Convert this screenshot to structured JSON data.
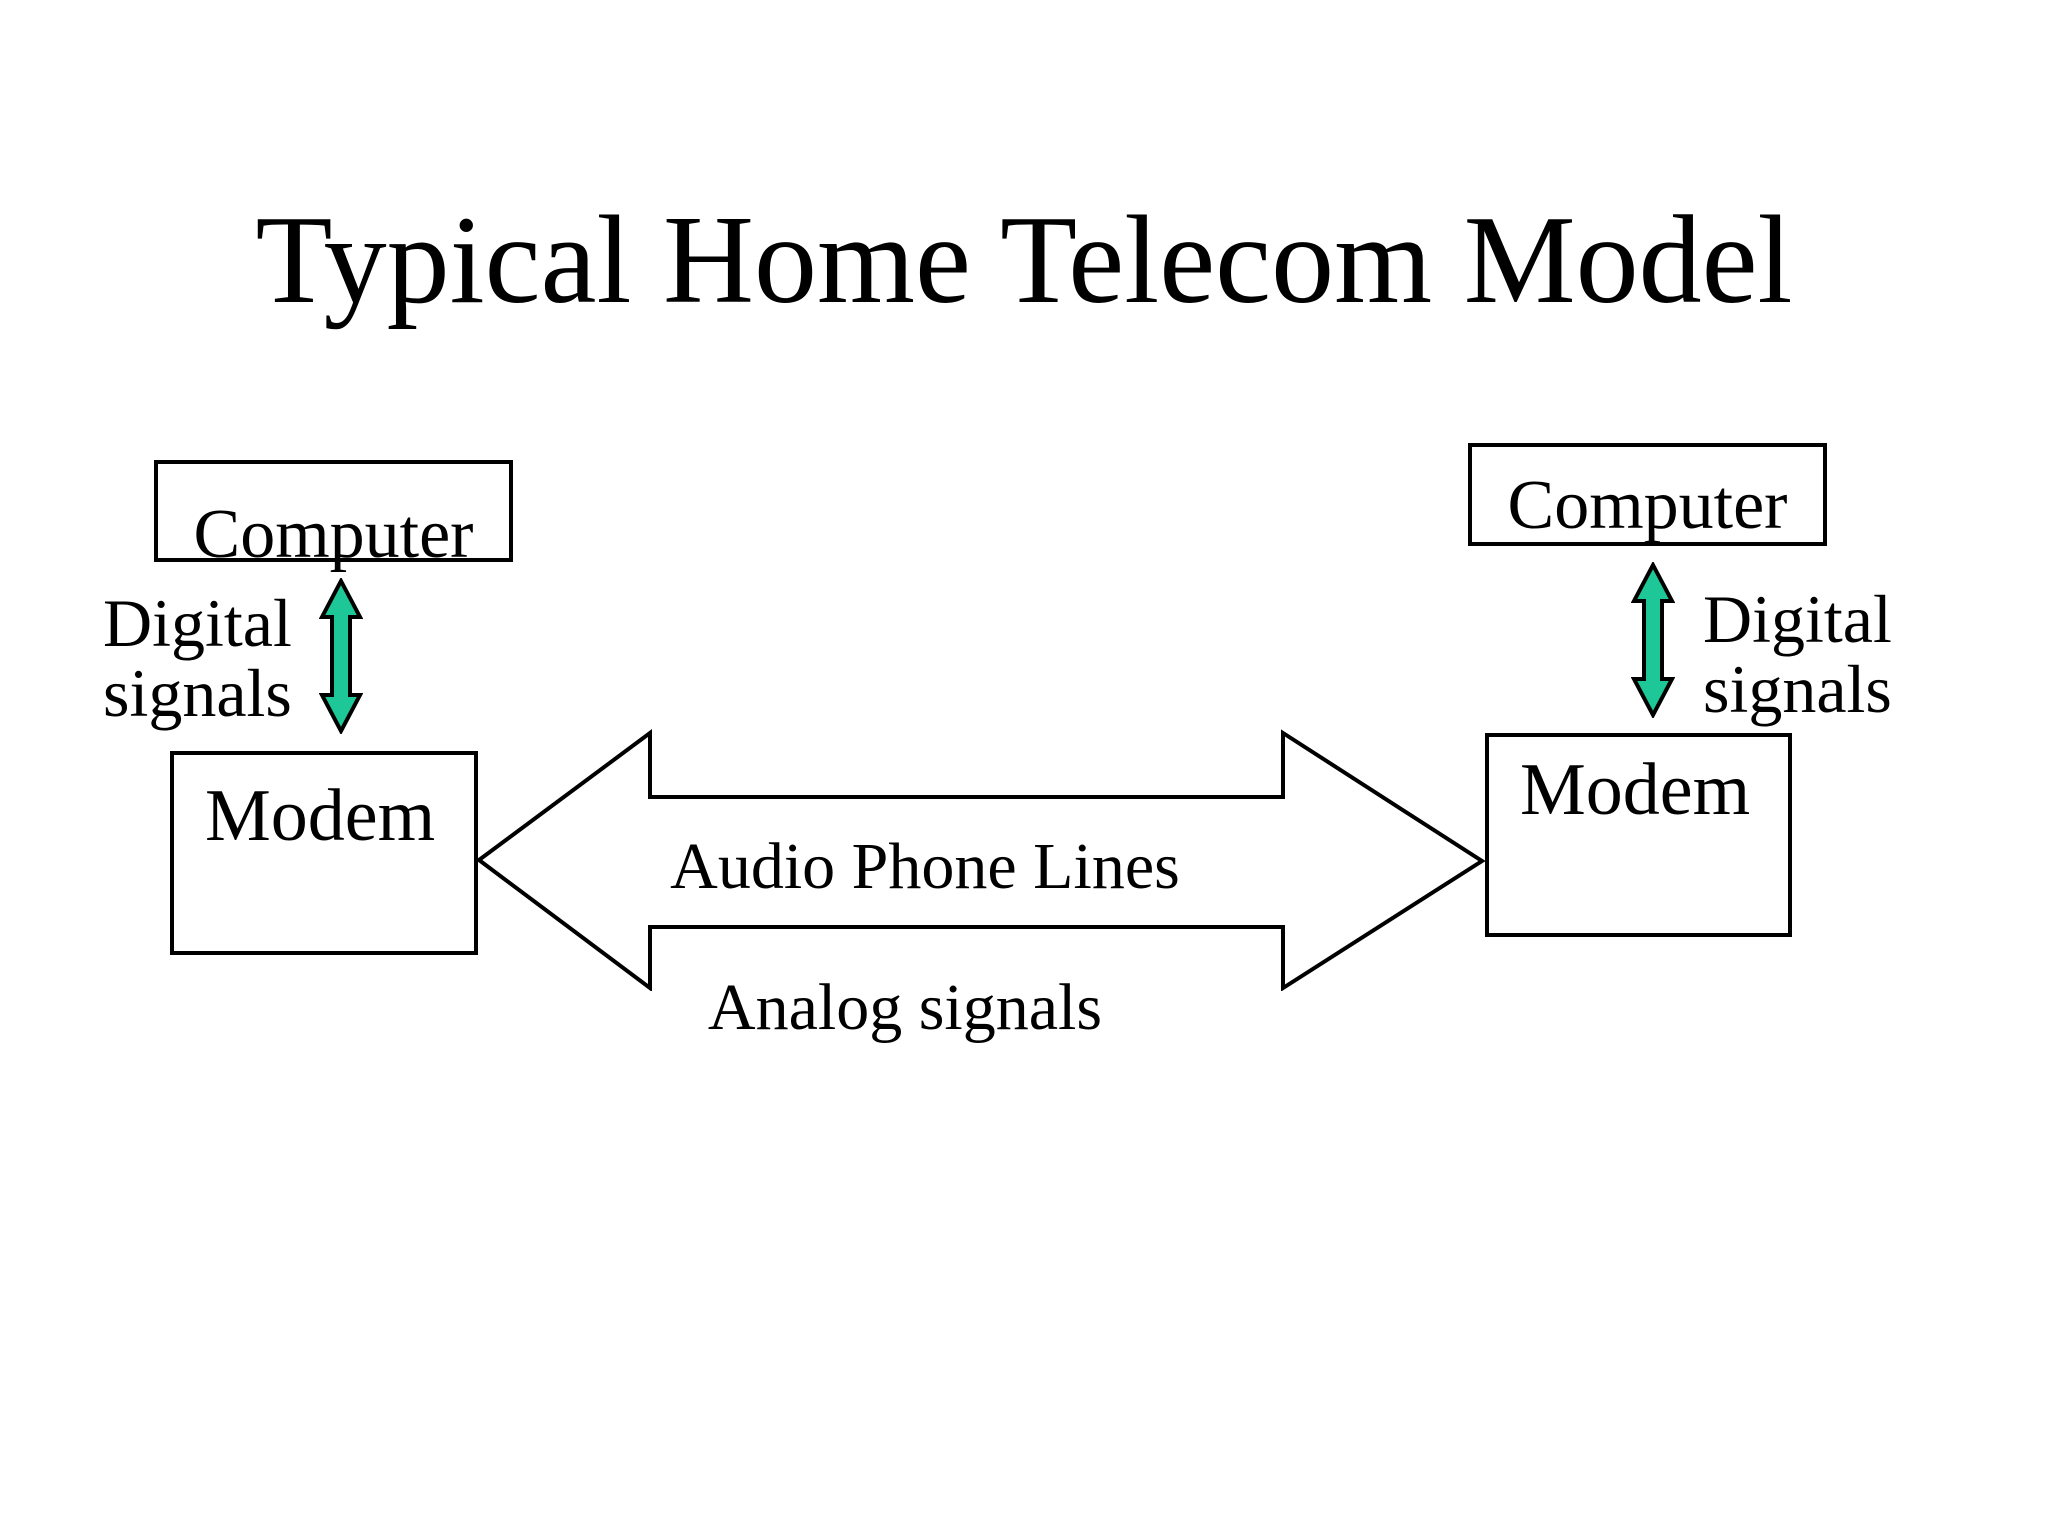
{
  "title": "Typical Home Telecom Model",
  "colors": {
    "background": "#ffffff",
    "outline": "#000000",
    "shape_fill": "#ffffff",
    "signal_arrow_fill": "#1ec798"
  },
  "left_station": {
    "computer_label": "Computer",
    "modem_label": "Modem",
    "signal_label_line1": "Digital",
    "signal_label_line2": "signals"
  },
  "right_station": {
    "computer_label": "Computer",
    "modem_label": "Modem",
    "signal_label_line1": "Digital",
    "signal_label_line2": "signals"
  },
  "phone_line": {
    "label": "Audio Phone Lines",
    "signal_type_label": "Analog signals"
  }
}
